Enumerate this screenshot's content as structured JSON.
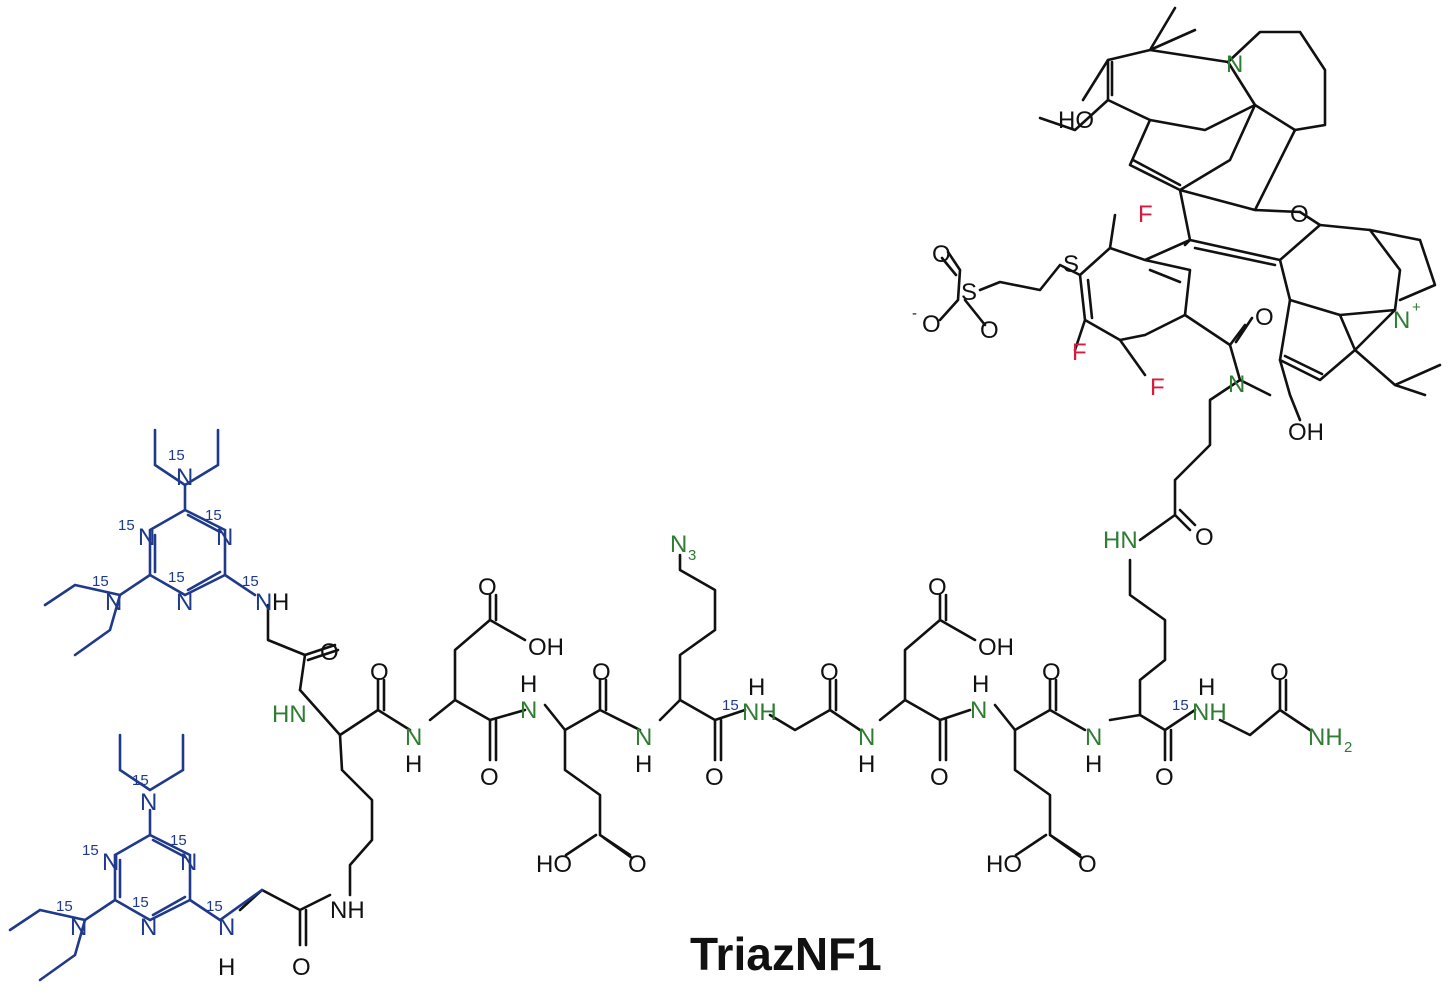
{
  "compound": {
    "name": "TriazNF1"
  },
  "labels": {
    "ho": "HO",
    "oh": "OH",
    "o": "O",
    "n": "N",
    "nh": "NH",
    "hn": "HN",
    "h": "H",
    "s": "S",
    "f": "F",
    "n3": "N",
    "n3_sub": "3",
    "nh2": "NH",
    "nh2_sub": "2",
    "iso": "15",
    "o_minus": "O",
    "minus": "-",
    "plus": "+"
  },
  "colors": {
    "bond": "#111111",
    "nitrogen": "#2e7d32",
    "isotope_blue": "#1f3a8a",
    "fluorine": "#d81b3c"
  }
}
